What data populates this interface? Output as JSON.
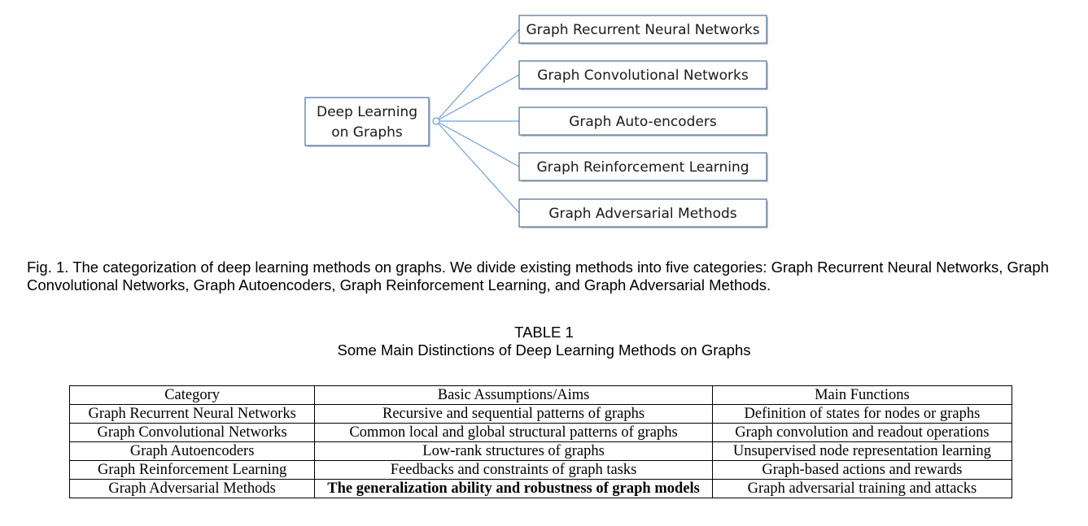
{
  "diagram": {
    "root": {
      "lines": [
        "Deep Learning",
        "on Graphs"
      ]
    },
    "children": [
      "Graph Recurrent Neural Networks",
      "Graph Convolutional Networks",
      "Graph Auto-encoders",
      "Graph Reinforcement Learning",
      "Graph Adversarial Methods"
    ],
    "colors": {
      "border": "#4a6d9c",
      "line": "#6f9fd4"
    }
  },
  "figure_caption": "Fig. 1. The categorization of deep learning methods on graphs. We divide existing methods into five categories: Graph Recurrent Neural Networks, Graph Convolutional Networks, Graph Autoencoders, Graph Reinforcement Learning, and Graph Adversarial Methods.",
  "table": {
    "label": "TABLE 1",
    "title": "Some Main Distinctions of Deep Learning Methods on Graphs",
    "headers": [
      "Category",
      "Basic Assumptions/Aims",
      "Main Functions"
    ],
    "rows": [
      [
        "Graph Recurrent Neural Networks",
        "Recursive and sequential patterns of graphs",
        "Definition of states for nodes or graphs"
      ],
      [
        "Graph Convolutional Networks",
        "Common local and global structural patterns of graphs",
        "Graph convolution and readout operations"
      ],
      [
        "Graph Autoencoders",
        "Low-rank structures of graphs",
        "Unsupervised node representation learning"
      ],
      [
        "Graph Reinforcement Learning",
        "Feedbacks and constraints of graph tasks",
        "Graph-based actions and rewards"
      ],
      [
        "Graph Adversarial Methods",
        "The generalization ability and robustness of graph models",
        "Graph adversarial training and attacks"
      ]
    ]
  }
}
